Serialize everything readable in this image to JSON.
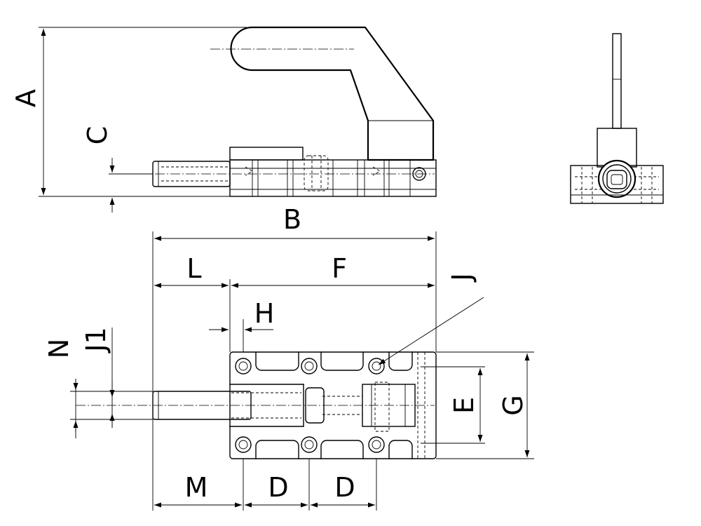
{
  "labels": {
    "A": "A",
    "B": "B",
    "C": "C",
    "D": "D",
    "E": "E",
    "F": "F",
    "G": "G",
    "H": "H",
    "J": "J",
    "J1": "J1",
    "L": "L",
    "M": "M",
    "N": "N"
  }
}
